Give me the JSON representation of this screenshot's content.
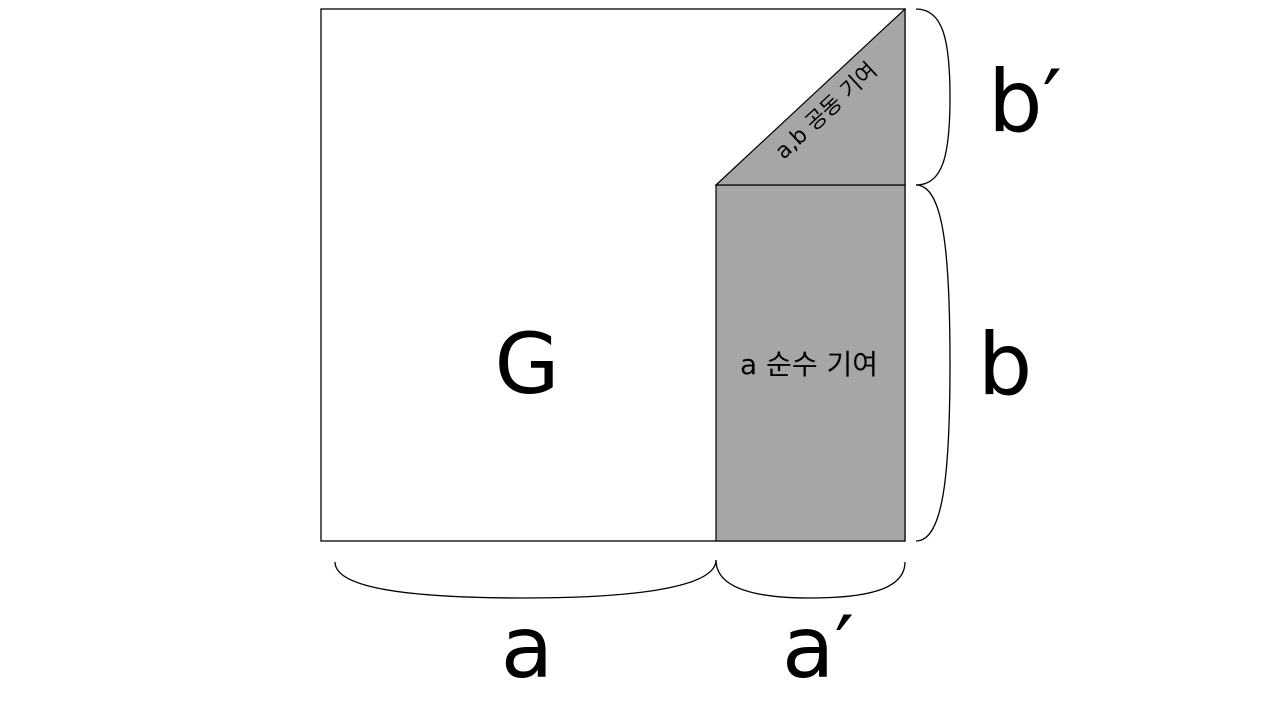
{
  "colors": {
    "shade": "#a6a6a6",
    "line": "#000000",
    "background": "#ffffff"
  },
  "labels": {
    "region_g": "G",
    "region_a_pure": "a 순수 기여",
    "region_ab_joint": "a,b 공동 기여",
    "dim_a": "a",
    "dim_a_prime": "a′",
    "dim_b": "b",
    "dim_b_prime": "b′"
  }
}
